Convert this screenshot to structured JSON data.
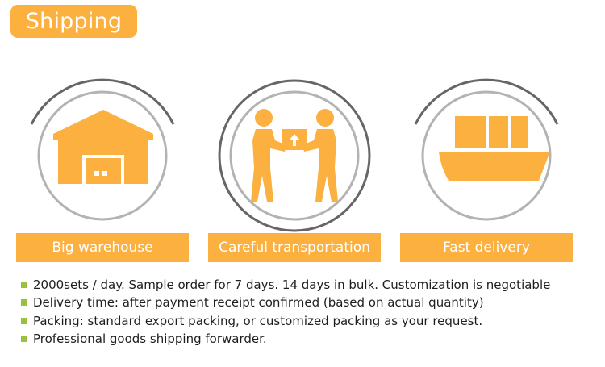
{
  "header": {
    "title": "Shipping"
  },
  "colors": {
    "accent": "#fbb040",
    "ring": "#b3b3b3",
    "ring_dark": "#666666",
    "bullet": "#9bc13c",
    "text": "#1e1e1e"
  },
  "features": [
    {
      "icon": "warehouse-icon",
      "label": "Big warehouse"
    },
    {
      "icon": "hand-over-package-icon",
      "label": "Careful transportation"
    },
    {
      "icon": "cargo-ship-icon",
      "label": "Fast delivery"
    }
  ],
  "bullets": [
    "2000sets / day. Sample order for 7 days. 14 days in bulk. Customization is negotiable",
    "Delivery time: after payment receipt confirmed (based on actual quantity)",
    "Packing: standard export packing, or customized packing as your request.",
    "Professional goods shipping forwarder."
  ]
}
